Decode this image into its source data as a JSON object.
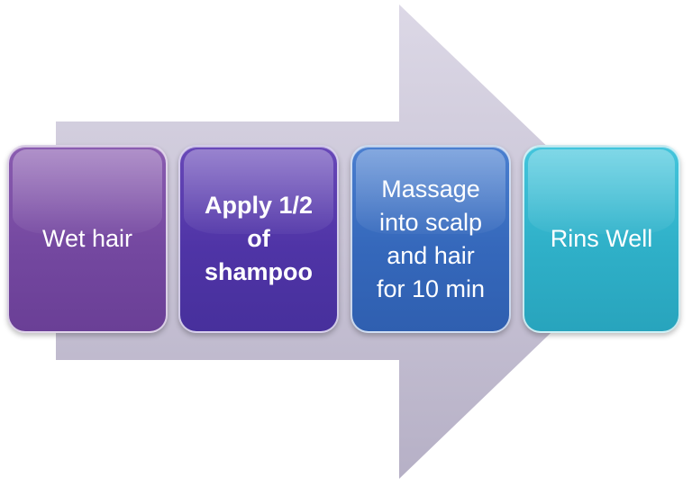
{
  "diagram": {
    "steps": [
      {
        "label": "Wet hair",
        "bold": false,
        "color": "#7448a0"
      },
      {
        "label": "Apply 1/2\nof\nshampoo",
        "bold": true,
        "color": "#4f34a6"
      },
      {
        "label": "Massage\ninto scalp\nand hair\nfor 10 min",
        "bold": false,
        "color": "#3568bb"
      },
      {
        "label": "Rins Well",
        "bold": false,
        "color": "#2fb0c8"
      }
    ],
    "arrow_color": "#c9c4d6"
  }
}
